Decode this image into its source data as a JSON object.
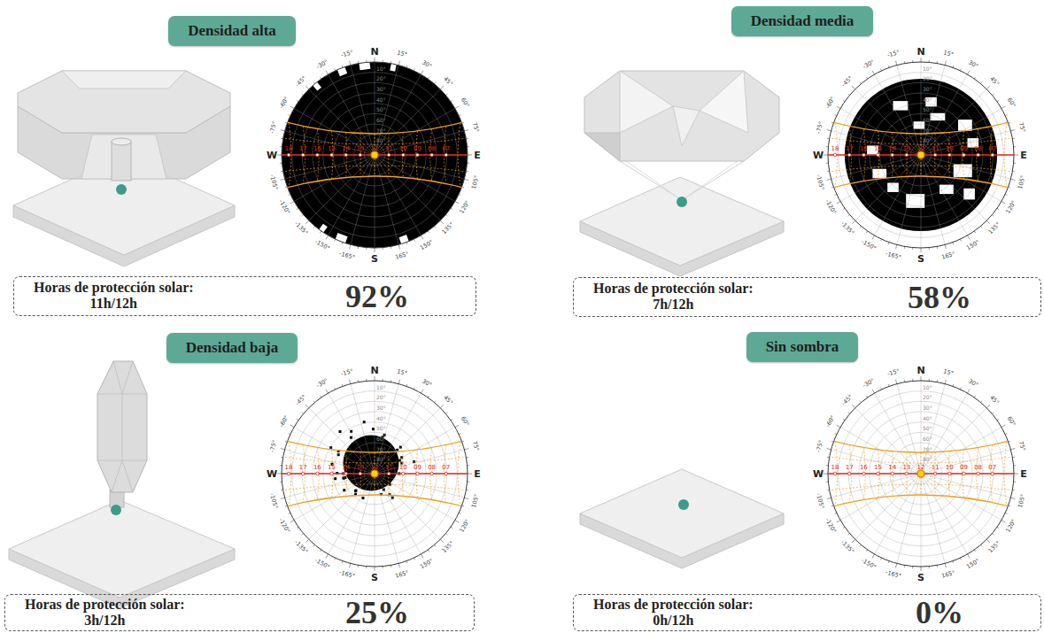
{
  "diagram": {
    "nodes": [
      {
        "text": [
          "Densidad alta"
        ]
      },
      {
        "text": [
          "Densidad media"
        ]
      },
      {
        "text": [
          "Horas de protección solar:",
          "11h/12h",
          "92%"
        ]
      },
      {
        "text": [
          "Horas de protección solar:",
          "7h/12h",
          "58%"
        ]
      },
      {
        "text": [
          "Densidad baja"
        ]
      },
      {
        "text": [
          "Sin sombra"
        ]
      },
      {
        "text": [
          "Horas de protección solar:",
          "3h/12h",
          "25%"
        ]
      },
      {
        "text": [
          "Horas de protección solar:",
          "0h/12h",
          "0%"
        ]
      }
    ],
    "labels": [
      "N",
      "E",
      "S",
      "W",
      "15°",
      "30°",
      "45°",
      "60°",
      "75°",
      "105°",
      "120°",
      "135°",
      "150°",
      "165°",
      "-165°",
      "-150°",
      "-135°",
      "-120°",
      "-105°",
      "-75°",
      "-60°",
      "-45°",
      "-30°",
      "-15°",
      "10°",
      "20°",
      "30°",
      "40°",
      "50°",
      "60°",
      "70°",
      "80°",
      "18",
      "17",
      "16",
      "15",
      "14",
      "13",
      "12",
      "11",
      "10",
      "09",
      "08",
      "07",
      "N",
      "E",
      "S",
      "W",
      "15°",
      "30°",
      "45°",
      "60°",
      "75°",
      "105°",
      "120°",
      "135°",
      "150°",
      "165°",
      "-165°",
      "-150°",
      "-135°",
      "-120°",
      "-105°",
      "-75°",
      "-60°",
      "-45°",
      "-30°",
      "-15°",
      "10°",
      "20°",
      "30°",
      "40°",
      "50°",
      "60°",
      "70°",
      "80°",
      "18",
      "17",
      "16",
      "15",
      "14",
      "13",
      "12",
      "11",
      "10",
      "09",
      "08",
      "07",
      "N",
      "E",
      "S",
      "W",
      "15°",
      "30°",
      "45°",
      "60°",
      "75°",
      "105°",
      "120°",
      "135°",
      "150°",
      "165°",
      "-165°",
      "-150°",
      "-135°",
      "-120°",
      "-105°",
      "-75°",
      "-60°",
      "-45°",
      "-30°",
      "-15°",
      "10°",
      "20°",
      "30°",
      "40°",
      "50°",
      "60°",
      "70°",
      "80°",
      "18",
      "17",
      "16",
      "15",
      "14",
      "13",
      "12",
      "11",
      "10",
      "09",
      "08",
      "07",
      "N",
      "E",
      "S",
      "W",
      "15°",
      "30°",
      "45°",
      "60°",
      "75°",
      "105°",
      "120°",
      "135°",
      "150°",
      "165°",
      "-165°",
      "-150°",
      "-135°",
      "-120°",
      "-105°",
      "-75°",
      "-60°",
      "-45°",
      "-30°",
      "-15°",
      "10°",
      "20°",
      "30°",
      "40°",
      "50°",
      "60°",
      "70°",
      "80°",
      "18",
      "17",
      "16",
      "15",
      "14",
      "13",
      "12",
      "11",
      "10",
      "09",
      "08",
      "07"
    ]
  }
}
